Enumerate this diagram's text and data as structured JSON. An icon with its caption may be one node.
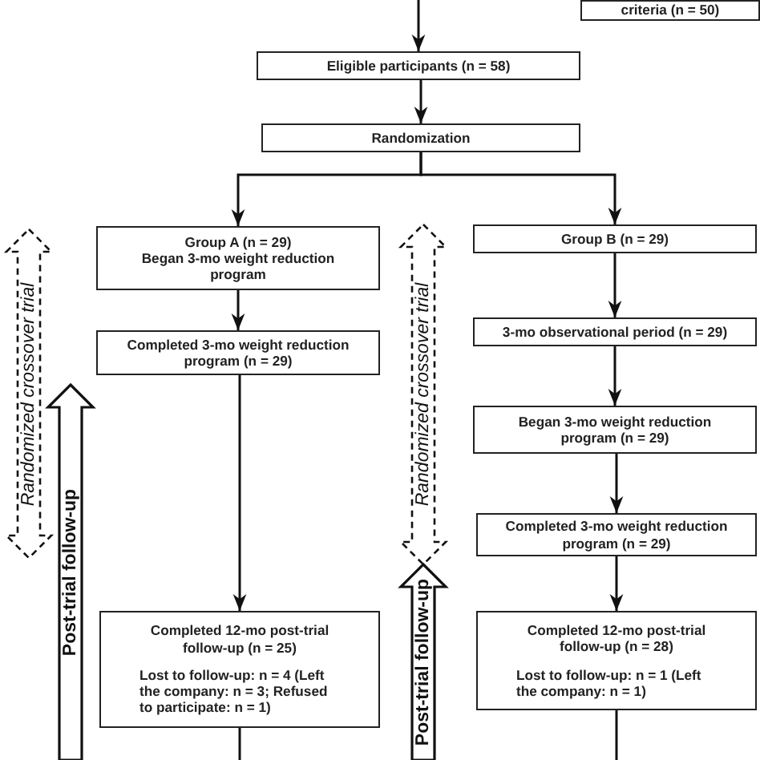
{
  "diagram": {
    "nodes": [
      {
        "text": [
          "criteria (n = 50)"
        ]
      },
      {
        "text": [
          "Eligible participants (n = 58)"
        ]
      },
      {
        "text": [
          "Randomization"
        ]
      },
      {
        "text": [
          "Group A (n = 29)",
          "Began 3-mo  weight reduction program"
        ]
      },
      {
        "text": [
          "Completed 3-mo  weight reduction program (n = 29)"
        ]
      },
      {
        "text": [
          "Group B (n = 29)"
        ]
      },
      {
        "text": [
          "3-mo observational period (n = 29)"
        ]
      },
      {
        "text": [
          "Began 3-mo  weight reduction program (n = 29)"
        ]
      },
      {
        "text": [
          "Completed 3-mo weight reduction program (n = 29)"
        ]
      },
      {
        "text": [
          "Completed 12-mo  post-trial follow-up (n = 25)",
          "Lost to follow-up: n = 4 (Left the company: n = 3; Refused to participate: n = 1)"
        ]
      },
      {
        "text": [
          "Completed 12-mo post-trial follow-up (n = 28)",
          "Lost to follow-up: n = 1 (Left the company: n = 1)"
        ]
      },
      {
        "text": [
          "Randomized crossover trial"
        ]
      },
      {
        "text": [
          "Post-trial follow-up"
        ]
      },
      {
        "text": [
          "Randomized crossover trial"
        ]
      },
      {
        "text": [
          "Post-trial follow-up"
        ]
      }
    ],
    "edges": [
      {
        "from": null,
        "to": 1,
        "arrow": "to"
      },
      {
        "from": 1,
        "to": 2,
        "arrow": "to"
      },
      {
        "from": 2,
        "to": 3,
        "arrow": "to"
      },
      {
        "from": 2,
        "to": 5,
        "arrow": "to"
      },
      {
        "from": 3,
        "to": 4,
        "arrow": "to"
      },
      {
        "from": 4,
        "to": 9,
        "arrow": "to"
      },
      {
        "from": 5,
        "to": 6,
        "arrow": "to"
      },
      {
        "from": 6,
        "to": 7,
        "arrow": "to"
      },
      {
        "from": 7,
        "to": 8,
        "arrow": "to"
      },
      {
        "from": 8,
        "to": 10,
        "arrow": "to"
      },
      {
        "from": 9,
        "to": null,
        "arrow": "none"
      },
      {
        "from": 10,
        "to": null,
        "arrow": "none"
      }
    ]
  }
}
